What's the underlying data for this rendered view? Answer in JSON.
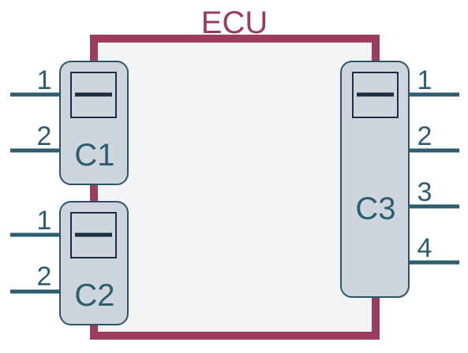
{
  "ecu": {
    "title": "ECU"
  },
  "connectors": [
    {
      "id": "c1",
      "label": "C1",
      "side": "left",
      "pins": [
        "1",
        "2"
      ]
    },
    {
      "id": "c2",
      "label": "C2",
      "side": "left",
      "pins": [
        "1",
        "2"
      ]
    },
    {
      "id": "c3",
      "label": "C3",
      "side": "right",
      "pins": [
        "1",
        "2",
        "3",
        "4"
      ]
    }
  ],
  "colors": {
    "ecu_border": "#9b3d5b",
    "ecu_fill": "#f3f4f6",
    "connector_fill": "#ced5dd",
    "connector_stroke": "#2d5468",
    "latch_stroke": "#1d2d45",
    "wire": "#2d5e70",
    "label_text": "#2d5e70"
  }
}
